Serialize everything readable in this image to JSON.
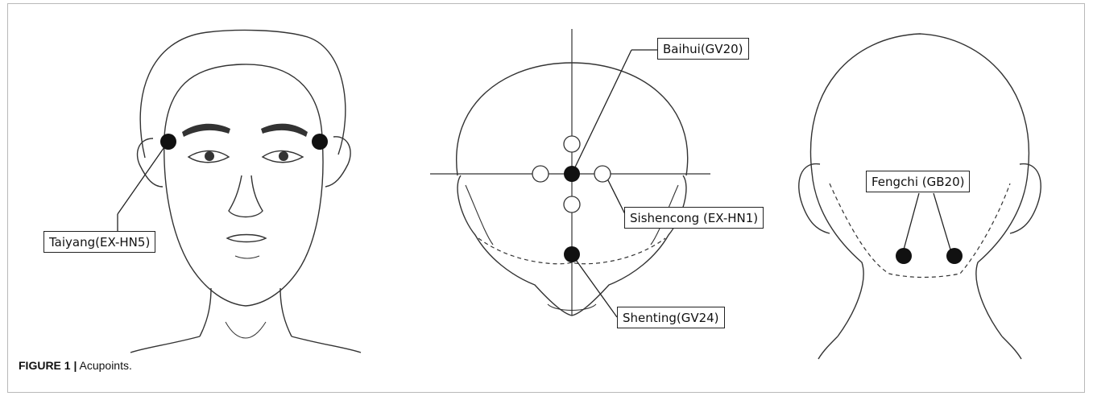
{
  "labels": {
    "taiyang": "Taiyang(EX-HN5)",
    "baihui": "Baihui(GV20)",
    "sishencong": "Sishencong (EX-HN1)",
    "shenting": "Shenting(GV24)",
    "fengchi": "Fengchi (GB20)"
  },
  "caption": {
    "figure_label": "FIGURE 1 |",
    "text": " Acupoints."
  },
  "colors": {
    "line": "#333333",
    "point_filled": "#111111",
    "point_open": "#ffffff"
  }
}
